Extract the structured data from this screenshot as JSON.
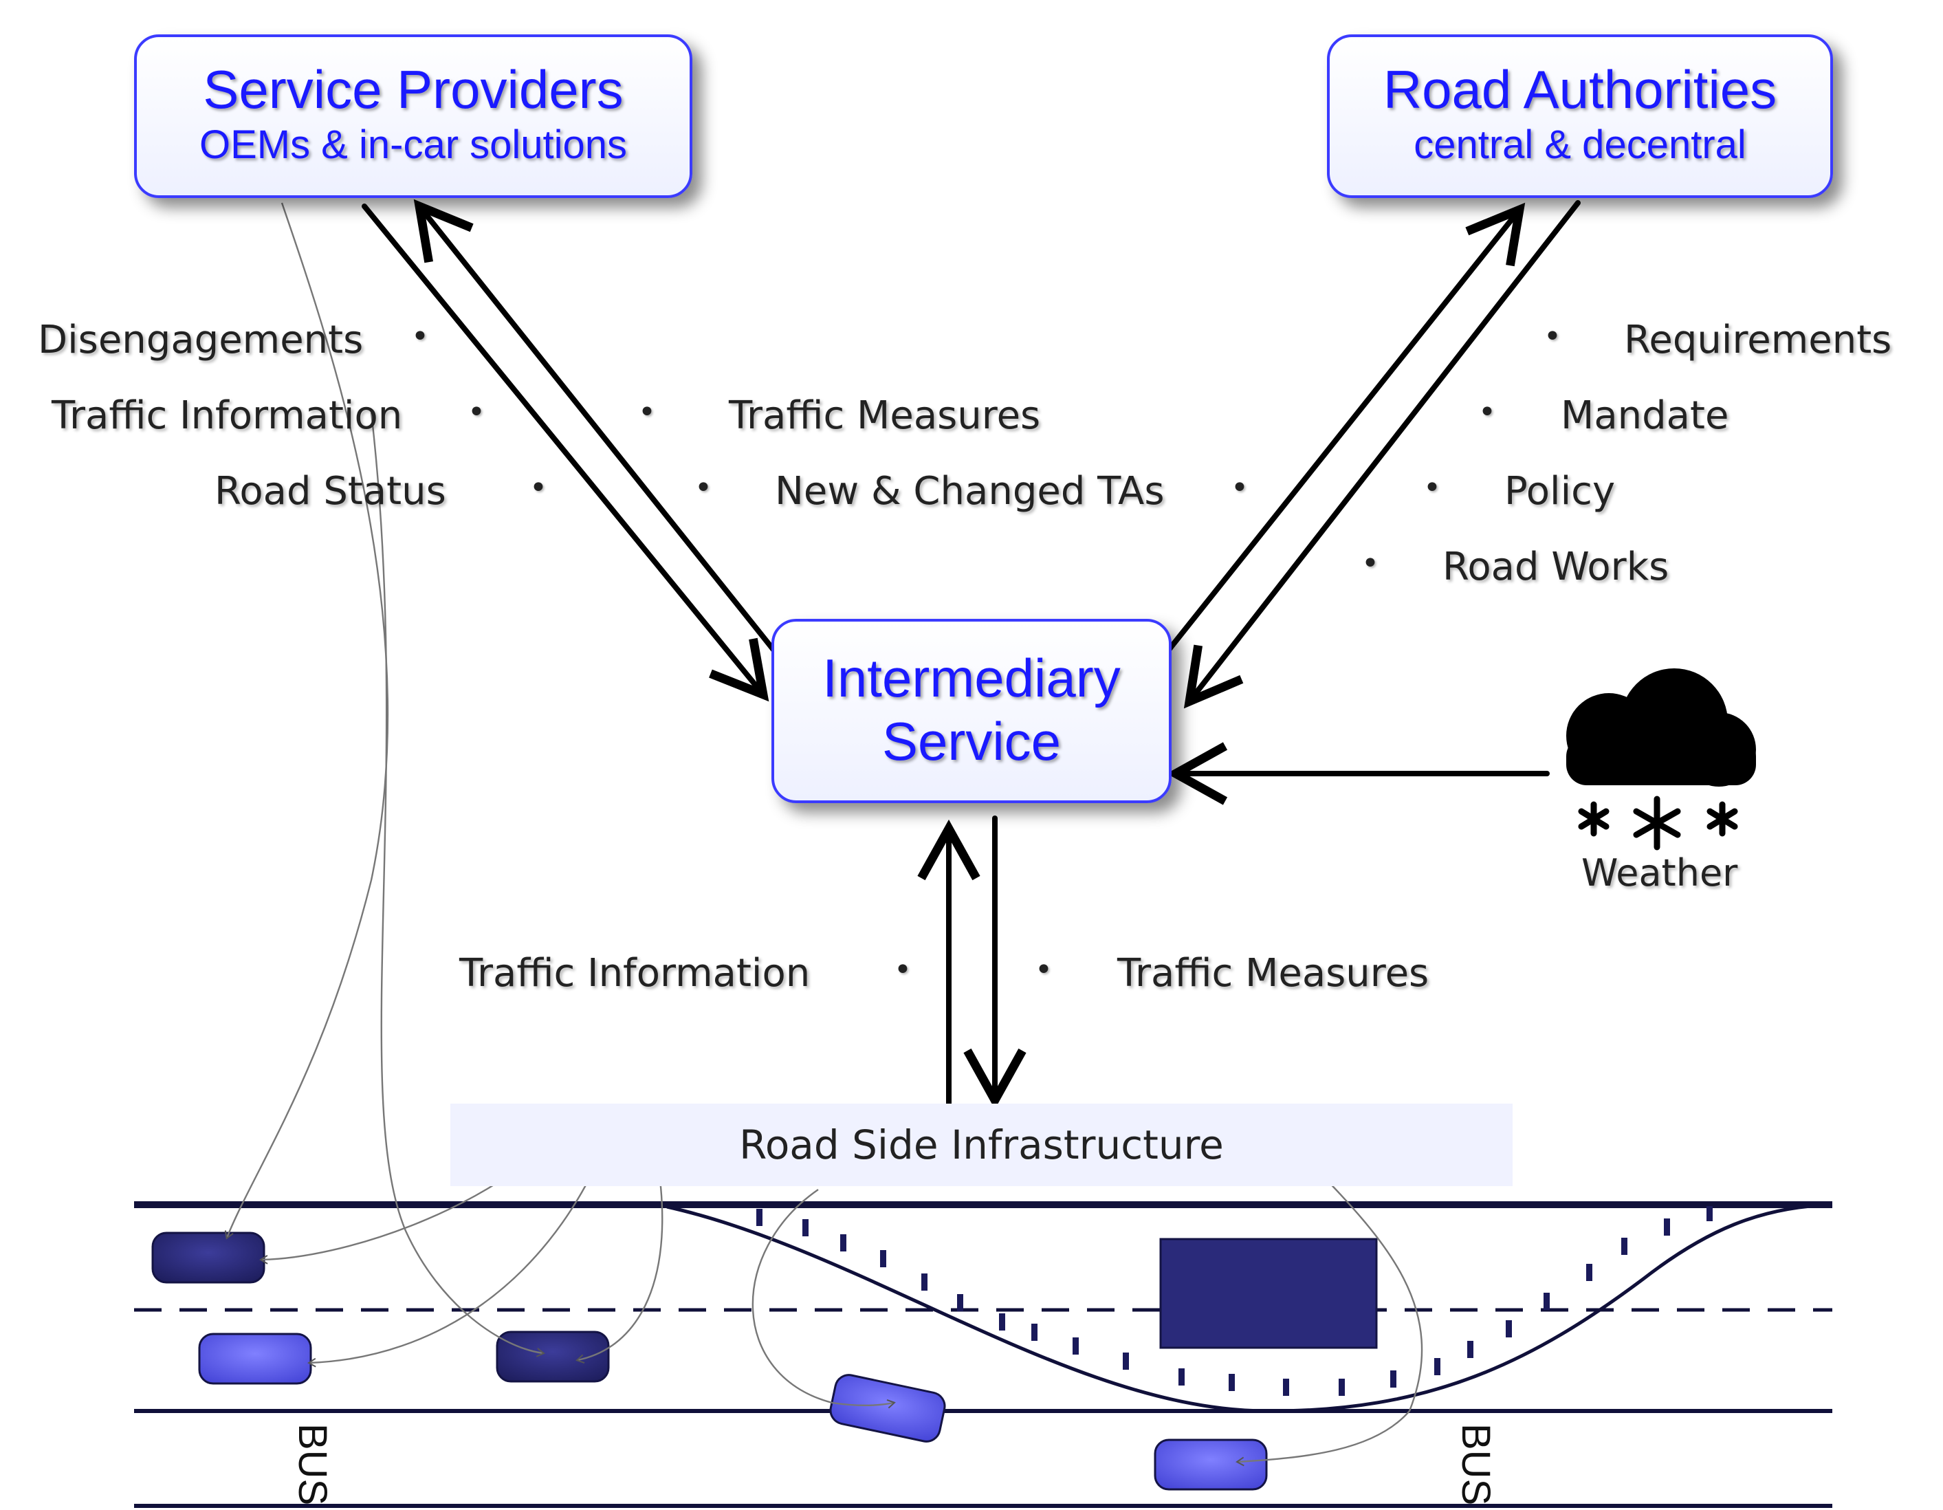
{
  "nodes": {
    "service_providers": {
      "title": "Service Providers",
      "subtitle": "OEMs & in-car solutions"
    },
    "road_authorities": {
      "title": "Road Authorities",
      "subtitle": "central & decentral"
    },
    "intermediary": {
      "title_line1": "Intermediary",
      "title_line2": "Service"
    },
    "weather": {
      "label": "Weather"
    },
    "road_side": {
      "label": "Road Side Infrastructure"
    }
  },
  "flows": {
    "sp_to_is": [
      "Disengagements",
      "Traffic Information",
      "Road Status"
    ],
    "is_to_sp": [
      "Traffic Measures",
      "New & Changed TAs"
    ],
    "ra_to_is": [
      "Requirements",
      "Mandate",
      "Policy",
      "Road Works"
    ],
    "rsi_to_is": [
      "Traffic Information"
    ],
    "is_to_rsi": [
      "Traffic Measures"
    ]
  },
  "road": {
    "bus_label": "BUS"
  },
  "bullet": "•",
  "colors": {
    "box_border": "#3b3bff",
    "box_text": "#1a1aff",
    "vehicle_dark": "#2a2a7a",
    "vehicle_light": "#5b5bef",
    "road_line": "#10103a"
  }
}
